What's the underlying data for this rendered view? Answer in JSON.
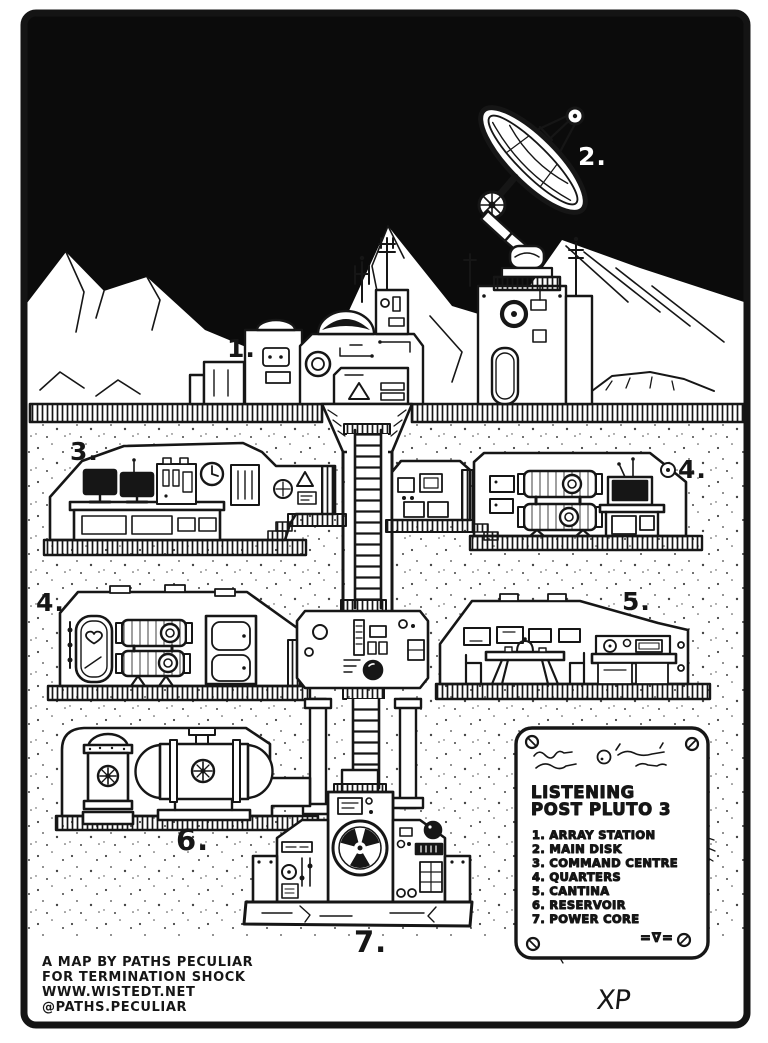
{
  "map": {
    "colors": {
      "ink": "#161616",
      "paper": "#ffffff",
      "sky": "#0b0b0b"
    },
    "labels": {
      "array_station": "1.",
      "main_disk": "2.",
      "command_centre": "3.",
      "quarters_upper": "4.",
      "quarters_lower": "4.",
      "cantina": "5.",
      "reservoir": "6.",
      "power_core": "7."
    },
    "legend": {
      "title_line1": "LISTENING",
      "title_line2": "POST PLUTO 3",
      "items": [
        "1. ARRAY STATION",
        "2. MAIN DISK",
        "3. COMMAND CENTRE",
        "4. QUARTERS",
        "5. CANTINA",
        "6. RESERVOIR",
        "7. POWER CORE"
      ],
      "rune_symbol": "=∇="
    },
    "credits": [
      "A MAP BY PATHS PECULIAR",
      "FOR TERMINATION SHOCK",
      "WWW.WISTEDT.NET",
      "@PATHS.PECULIAR"
    ],
    "signature": "XP"
  }
}
